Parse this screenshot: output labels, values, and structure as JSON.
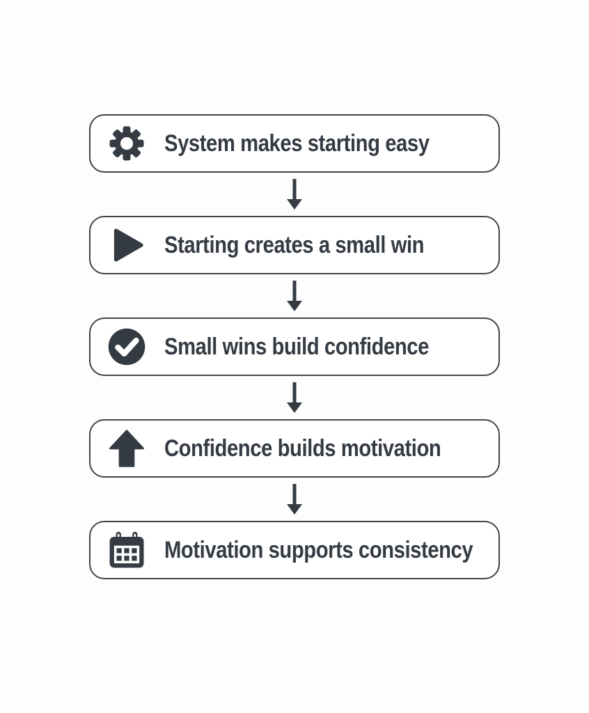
{
  "diagram": {
    "type": "flowchart-vertical",
    "connector": "down-arrow",
    "colors": {
      "ink": "#353b43",
      "box_border": "#3e444c",
      "box_background": "#ffffff",
      "page_background": "#fdfdfd"
    },
    "steps": [
      {
        "icon": "gear-icon",
        "label": "System makes starting easy"
      },
      {
        "icon": "play-icon",
        "label": "Starting creates a small win"
      },
      {
        "icon": "check-circle-icon",
        "label": "Small wins build confidence"
      },
      {
        "icon": "arrow-up-icon",
        "label": "Confidence builds motivation"
      },
      {
        "icon": "calendar-icon",
        "label": "Motivation supports consistency"
      }
    ]
  }
}
